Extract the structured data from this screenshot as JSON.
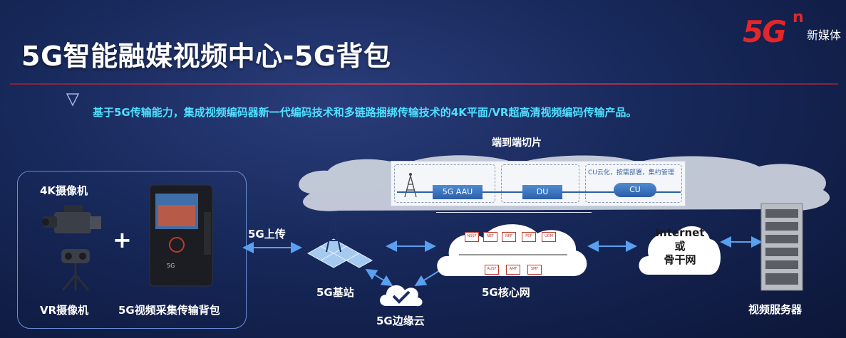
{
  "title": "5G智能融媒视频中心-5G背包",
  "brand": {
    "mark": "5G",
    "superscript": "n",
    "text": "新媒体"
  },
  "subtitle": "基于5G传输能力，集成视频编码器新一代编码技术和多链路捆绑传输技术的4K平面/VR超高清视频编码传输产品。",
  "slice": {
    "heading": "端到端切片",
    "note": "CU云化，按需部署，集约管理",
    "nodes": [
      "5G AAU",
      "DU",
      "CU"
    ]
  },
  "devices": {
    "camera_4k": "4K摄像机",
    "camera_vr": "VR摄像机",
    "plus": "+",
    "backpack": "5G视频采集传输背包"
  },
  "links": {
    "uplink": "5G上传"
  },
  "nodes": {
    "base_station": "5G基站",
    "edge_cloud": "5G边缘云",
    "core": "5G核心网",
    "internet_line1": "Internet",
    "internet_line2": "或",
    "internet_line3": "骨干网",
    "server": "视频服务器"
  },
  "core_functions": {
    "top": [
      "NSSF",
      "NEF",
      "NRF",
      "PCF",
      "UDM"
    ],
    "bottom": [
      "AUSF",
      "AMF",
      "SMF"
    ]
  },
  "colors": {
    "accent": "#4fe0ff",
    "brand_red": "#e3262a",
    "arrow": "#5aa0f0"
  }
}
